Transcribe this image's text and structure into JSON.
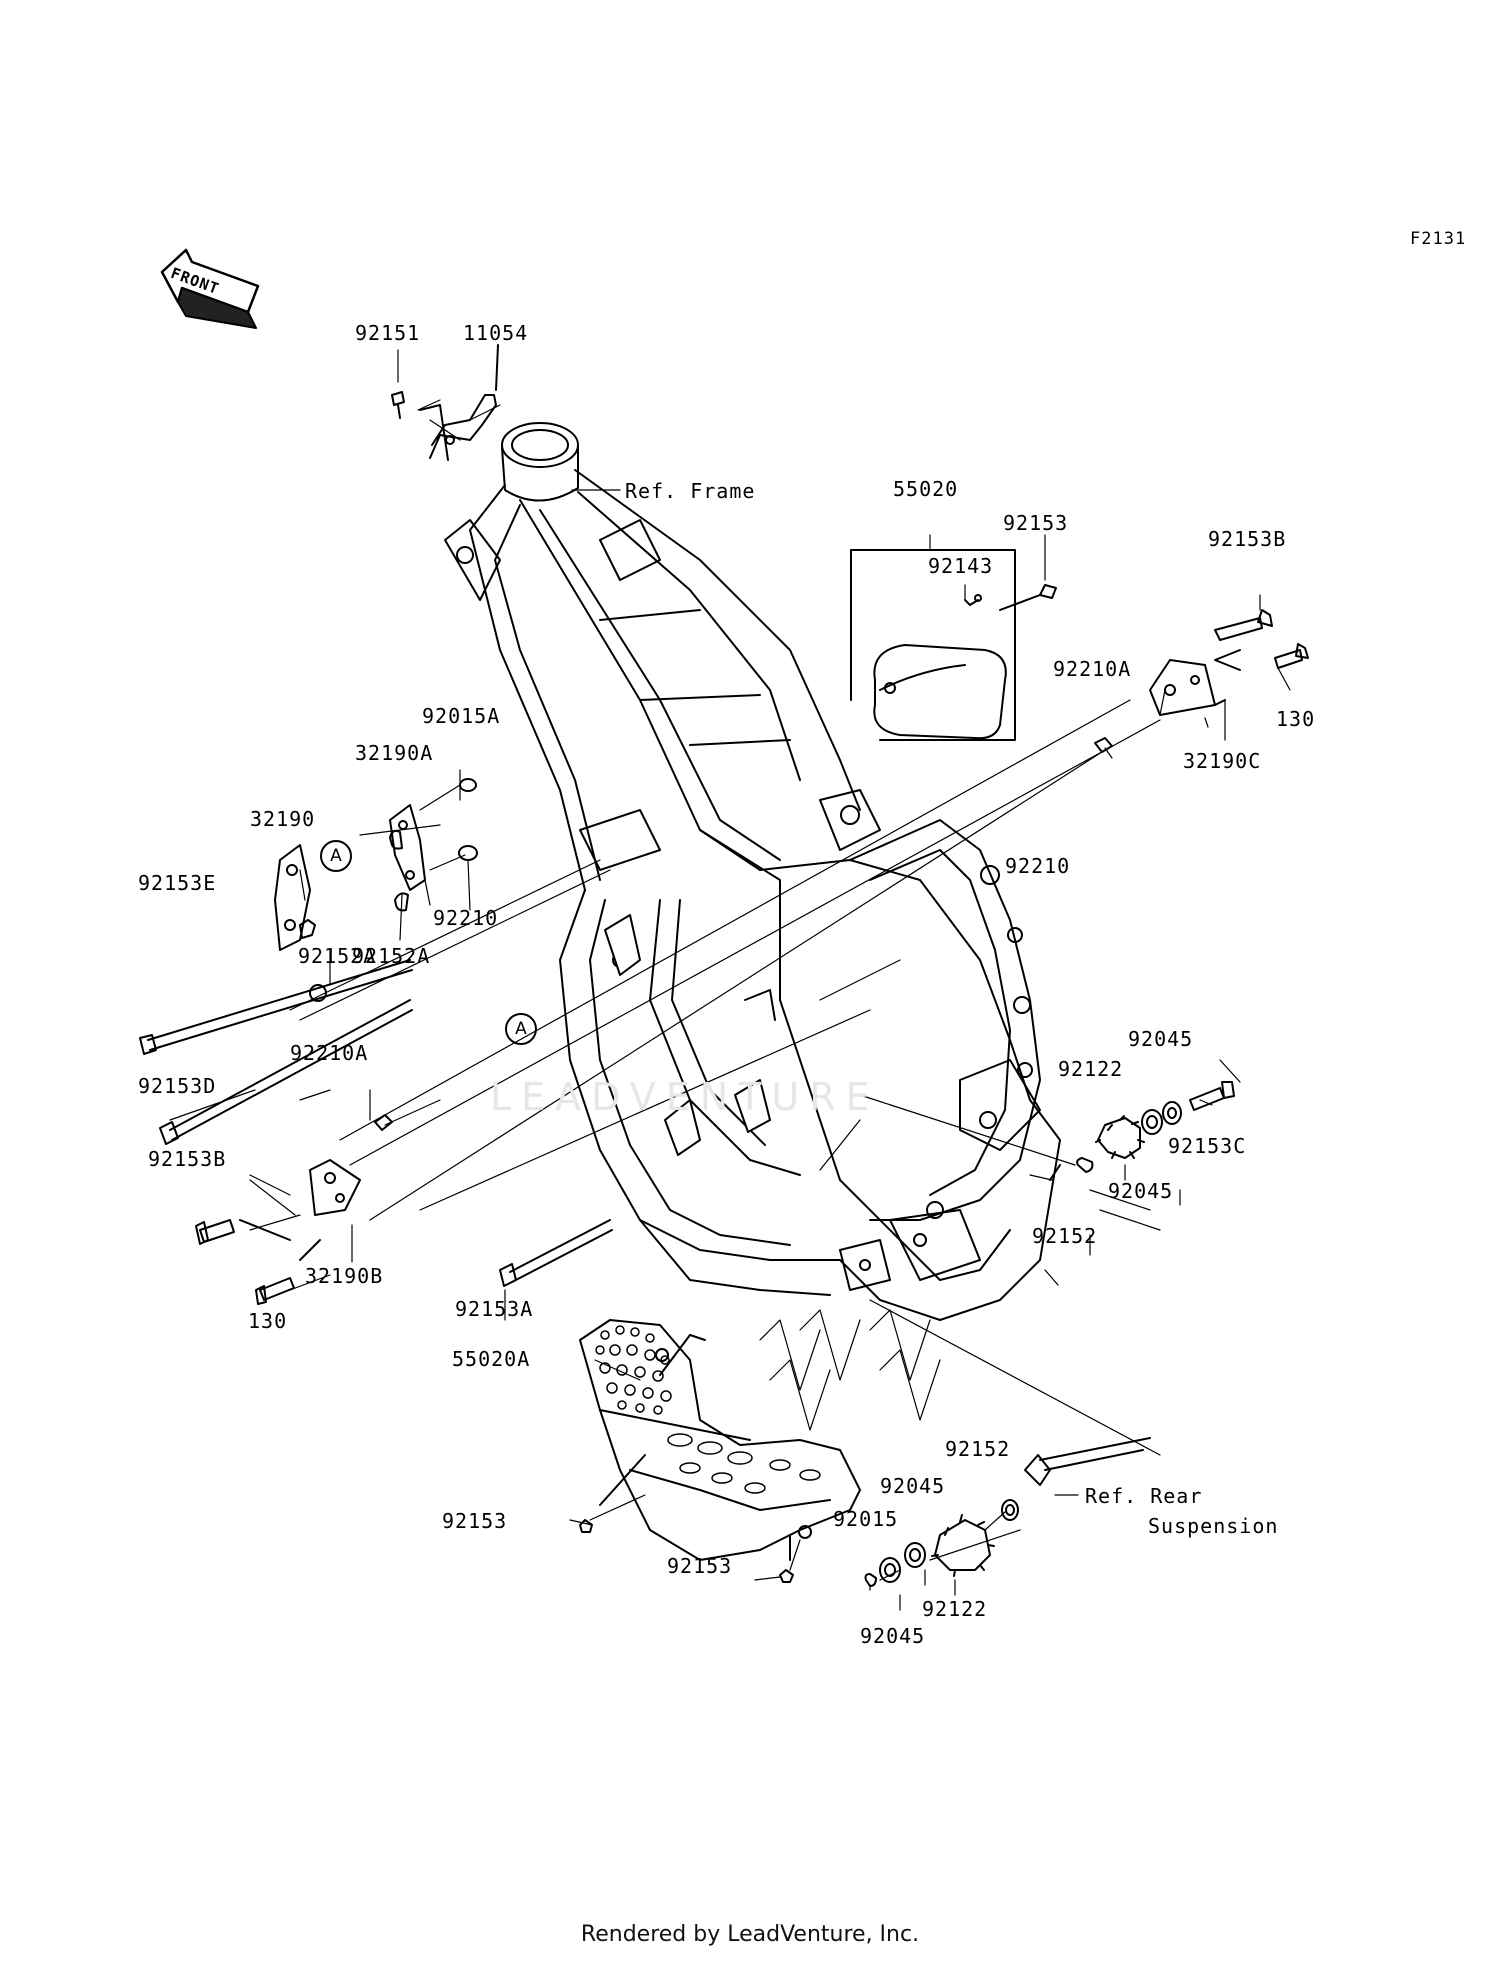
{
  "diagram_code": "F2131",
  "front_label": "FRONT",
  "watermark": "LEADVENTURE",
  "footer": "Rendered by LeadVenture, Inc.",
  "ref_marker": "A",
  "labels": {
    "p92151": "92151",
    "p11054": "11054",
    "ref_frame": "Ref. Frame",
    "p55020": "55020",
    "p92153_top": "92153",
    "p92143": "92143",
    "p92153B_right": "92153B",
    "p92210A_right": "92210A",
    "p130_right": "130",
    "p32190C": "32190C",
    "p92015A": "92015A",
    "p32190A": "32190A",
    "p32190": "32190",
    "p92153E": "92153E",
    "p92210_left": "92210",
    "p92152A_a": "92152A",
    "p92152A_b": "92152A",
    "p92153D": "92153D",
    "p92210_right": "92210",
    "p92045_a": "92045",
    "p92122_a": "92122",
    "p92153C": "92153C",
    "p92045_b": "92045",
    "p92152_a": "92152",
    "p92210A_left": "92210A",
    "p92153B_left": "92153B",
    "p32190B": "32190B",
    "p130_left": "130",
    "p92153A": "92153A",
    "p55020A": "55020A",
    "p92153_bl": "92153",
    "p92153_bm": "92153",
    "p92152_b": "92152",
    "p92045_c": "92045",
    "p92015": "92015",
    "p92122_b": "92122",
    "p92045_d": "92045",
    "ref_rear_1": "Ref. Rear",
    "ref_rear_2": "Suspension"
  }
}
